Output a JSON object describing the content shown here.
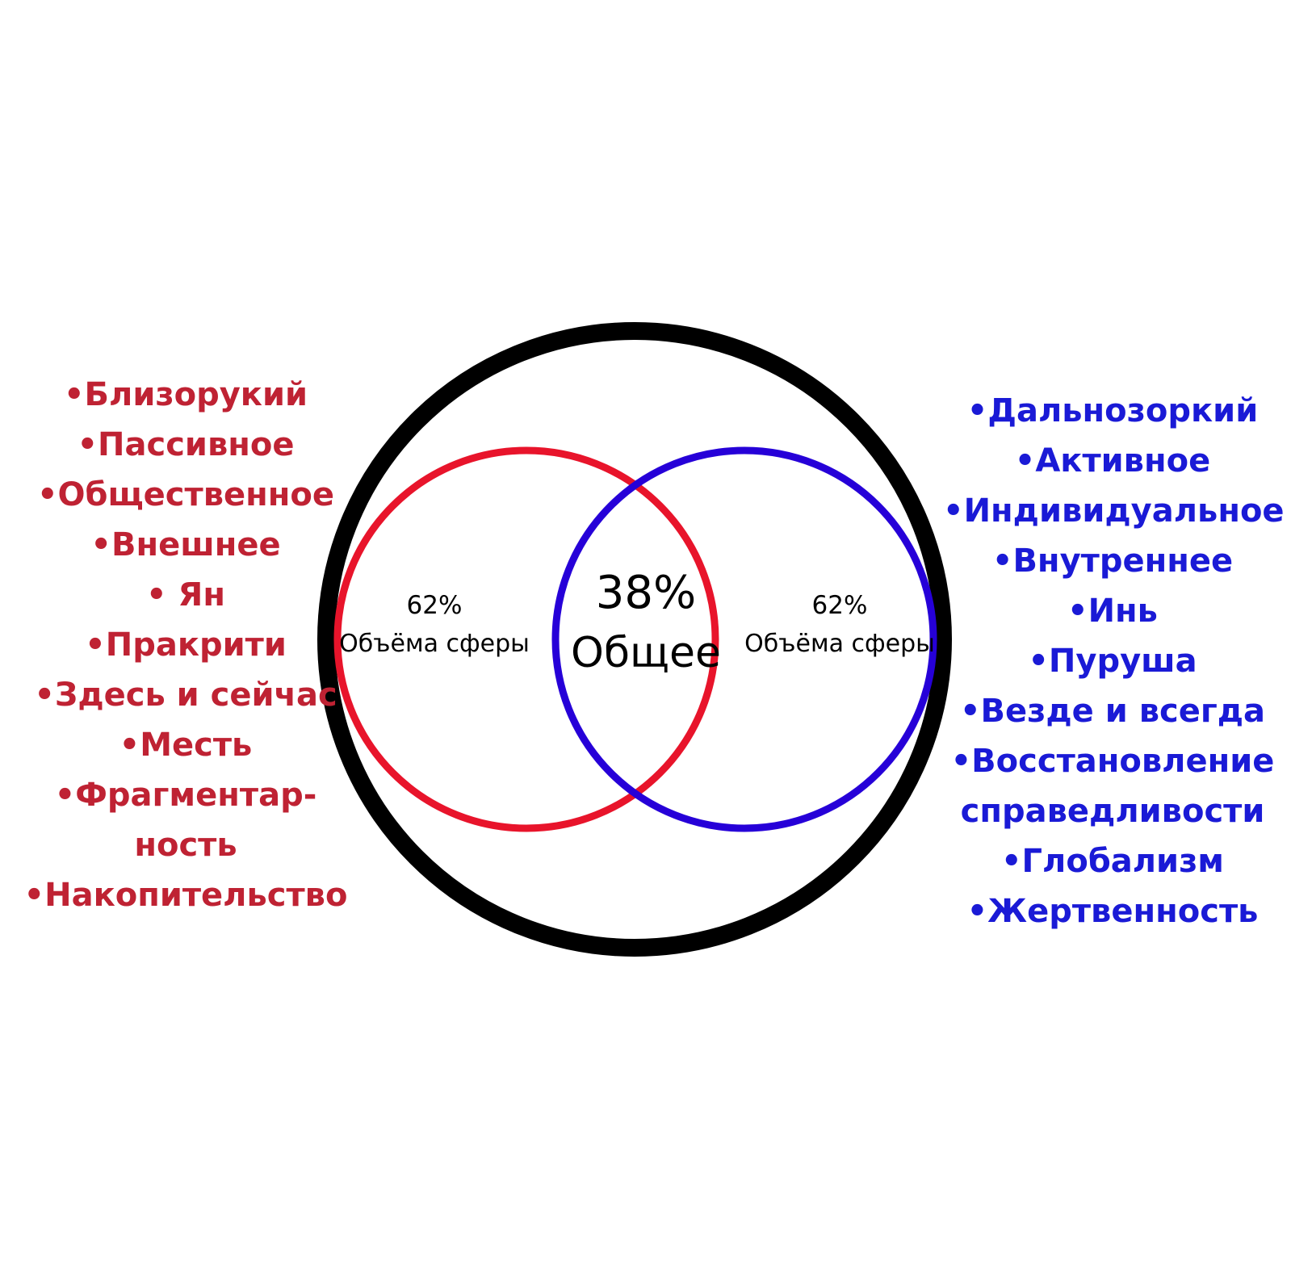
{
  "colors": {
    "outer_ring": "#000000",
    "left_circle": "#e8142b",
    "right_circle": "#2600d8",
    "left_text": "#bf2233",
    "right_text": "#1a1ad6"
  },
  "left_list": [
    "•Близорукий",
    "•Пассивное",
    "•Общественное",
    "•Внешнее",
    "• Ян",
    "•Пракрити",
    "•Здесь и сейчас",
    "•Месть",
    "•Фрагментар-",
    "ность",
    "•Накопительство"
  ],
  "right_list": [
    "•Дальнозоркий",
    "•Активное",
    "•Индивидуальное",
    "•Внутреннее",
    "•Инь",
    "•Пуруша",
    "•Везде и всегда",
    "•Восстановление",
    "справедливости",
    "•Глобализм",
    "•Жертвенность"
  ],
  "zones": {
    "left": {
      "percent": "62%",
      "label": "Объёма сферы"
    },
    "center": {
      "percent": "38%",
      "label": "Общее"
    },
    "right": {
      "percent": "62%",
      "label": "Объёма сферы"
    }
  }
}
